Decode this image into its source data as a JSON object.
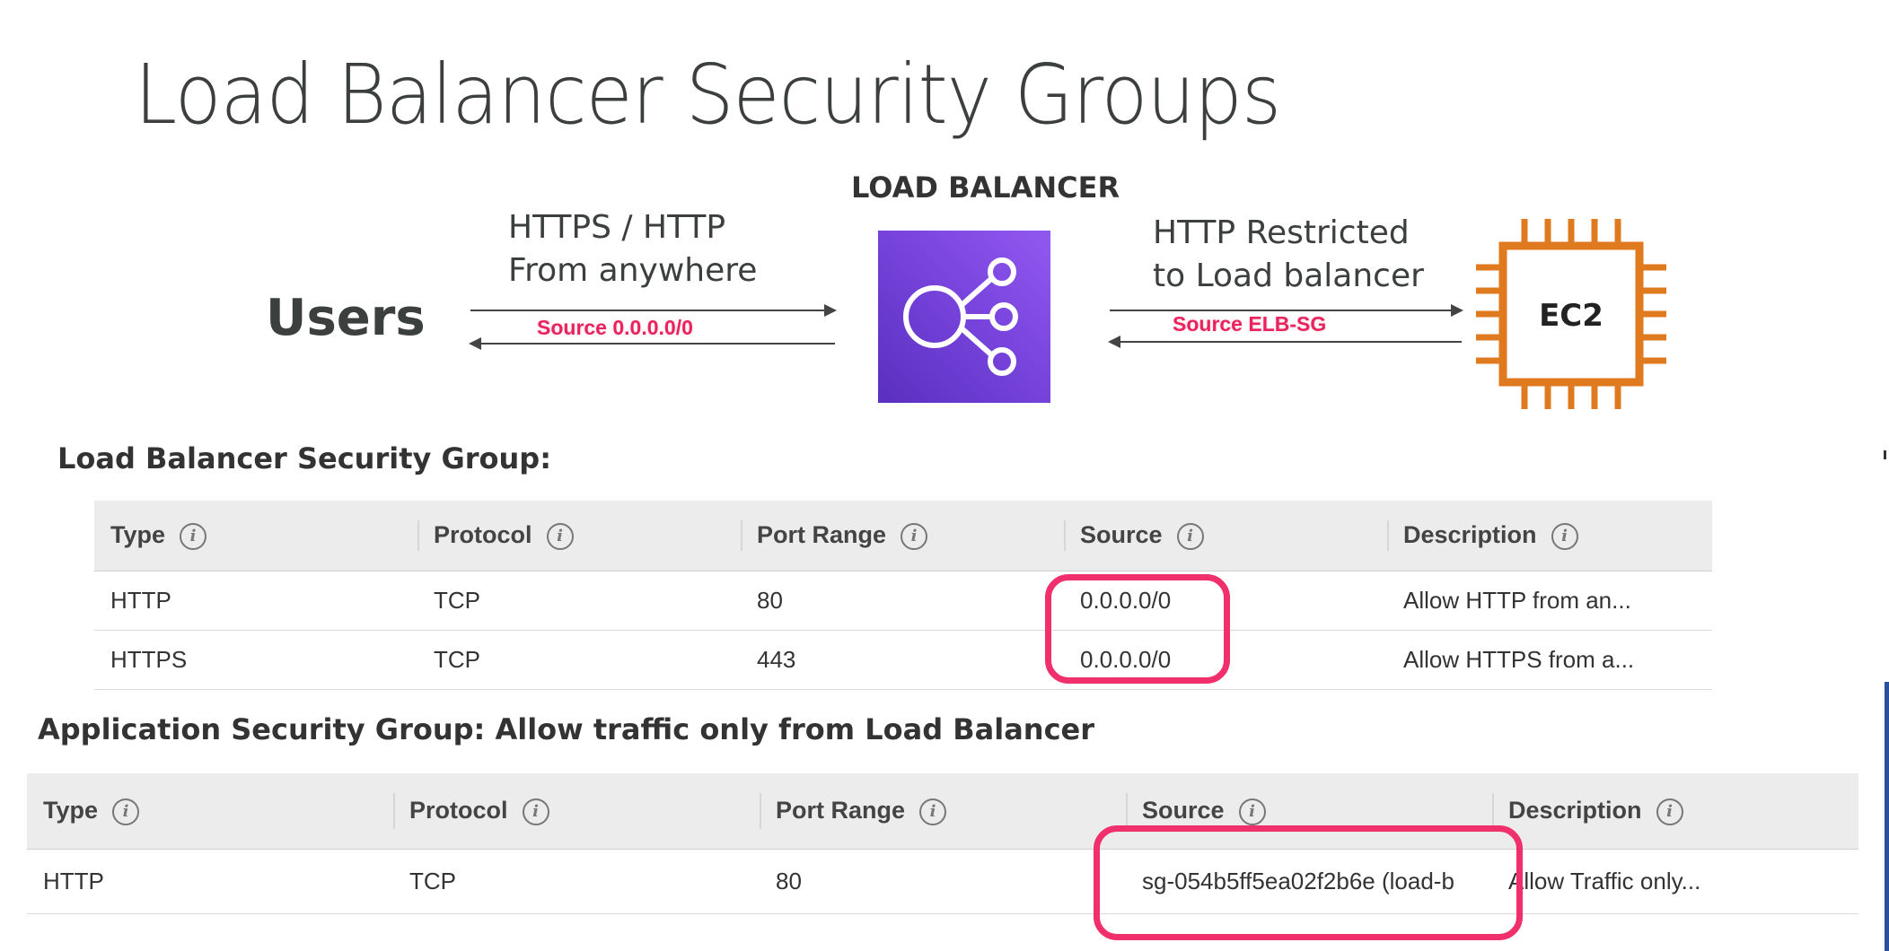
{
  "slide": {
    "title": "Load Balancer Security Groups"
  },
  "diagram": {
    "users_label": "Users",
    "load_balancer_label": "LOAD BALANCER",
    "ec2_label": "EC2",
    "left_flow": {
      "line1": "HTTPS / HTTP",
      "line2": "From anywhere",
      "source_label": "Source 0.0.0.0/0"
    },
    "right_flow": {
      "line1": "HTTP Restricted",
      "line2": "to Load balancer",
      "source_label": "Source ELB-SG"
    },
    "colors": {
      "lb_icon": "#7b46e0",
      "ec2_icon": "#e07a1f",
      "highlight": "#f0306c",
      "source_label": "#e8245f"
    },
    "icons": [
      "load-balancer-icon",
      "ec2-chip-icon"
    ]
  },
  "lb_sg": {
    "heading": "Load Balancer Security Group:",
    "columns": [
      "Type",
      "Protocol",
      "Port Range",
      "Source",
      "Description"
    ],
    "rows": [
      [
        "HTTP",
        "TCP",
        "80",
        "0.0.0.0/0",
        "Allow HTTP from an..."
      ],
      [
        "HTTPS",
        "TCP",
        "443",
        "0.0.0.0/0",
        "Allow HTTPS from a..."
      ]
    ]
  },
  "app_sg": {
    "heading": "Application Security Group: Allow traffic only from Load Balancer",
    "columns": [
      "Type",
      "Protocol",
      "Port Range",
      "Source",
      "Description"
    ],
    "rows": [
      [
        "HTTP",
        "TCP",
        "80",
        "sg-054b5ff5ea02f2b6e (load-b",
        "Allow Traffic only..."
      ]
    ]
  }
}
